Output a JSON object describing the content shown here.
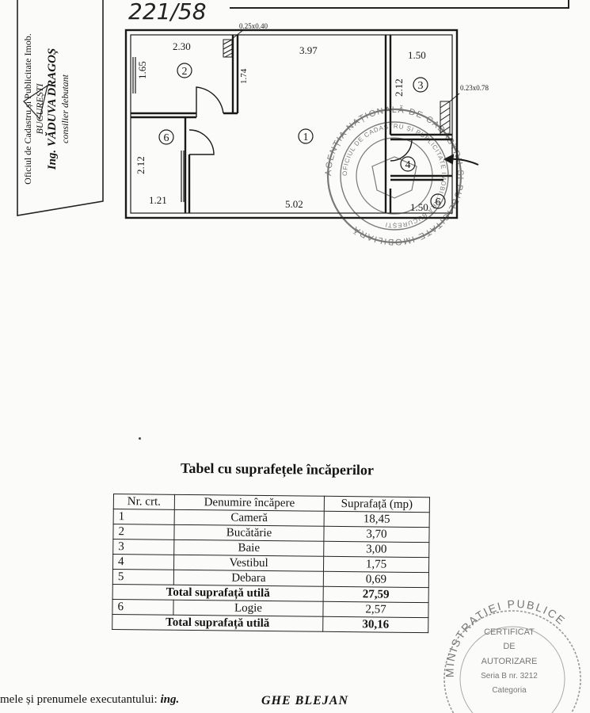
{
  "header": {
    "handwritten_code": "221/58"
  },
  "left_stamp": {
    "line1": "Oficiul de Cadastru și Publicitate Imob.",
    "line2": "BUCUREȘTI",
    "line3": "Ing. VĂDUVA DRAGOȘ",
    "line4": "consilier debutant"
  },
  "floor_plan": {
    "dims": {
      "d_230": "2.30",
      "d_397": "3.97",
      "d_150": "1.50",
      "d_165": "1.65",
      "d_174": "1.74",
      "d_212_right": "2.12",
      "d_212_left": "2.12",
      "d_121": "1.21",
      "d_502": "5.02",
      "d_150_bottom": "1.50"
    },
    "notes": {
      "vent_top": "0.25x0.40",
      "vent_right": "0.23x0.78"
    },
    "rooms": [
      {
        "id": "1"
      },
      {
        "id": "2"
      },
      {
        "id": "3"
      },
      {
        "id": "4"
      },
      {
        "id": "6"
      },
      {
        "id": "6"
      }
    ]
  },
  "agency_stamp": {
    "outer_text": "AGENȚIA NAȚIONALĂ DE CADASTRU ȘI PUBLICITATE IMOBILIARĂ",
    "inner_text": "OFICIUL DE CADASTRU ȘI PUBLICITATE IMOBILIARĂ BUCUREȘTI"
  },
  "table": {
    "title": "Tabel cu suprafețele încăperilor",
    "headers": [
      "Nr. crt.",
      "Denumire încăpere",
      "Suprafață (mp)"
    ],
    "rows": [
      {
        "nr": "1",
        "name": "Cameră",
        "area": "18,45"
      },
      {
        "nr": "2",
        "name": "Bucătărie",
        "area": "3,70"
      },
      {
        "nr": "3",
        "name": "Baie",
        "area": "3,00"
      },
      {
        "nr": "4",
        "name": "Vestibul",
        "area": "1,75"
      },
      {
        "nr": "5",
        "name": "Debara",
        "area": "0,69"
      }
    ],
    "total1": {
      "label": "Total suprafață utilă",
      "area": "27,59"
    },
    "row6": {
      "nr": "6",
      "name": "Logie",
      "area": "2,57"
    },
    "total2": {
      "label": "Total suprafață utilă",
      "area": "30,16"
    }
  },
  "right_stamp": {
    "arc_text": "MINISTRATIEI PUBLICE",
    "line1": "CERTIFICAT",
    "line2": "DE",
    "line3": "AUTORIZARE",
    "line4": "Seria B nr. 3212",
    "line5": "Categoria"
  },
  "footer": {
    "label_start": "mele și prenumele executantului: ",
    "label_em": "ing.",
    "name": "GHE BLEJAN"
  }
}
